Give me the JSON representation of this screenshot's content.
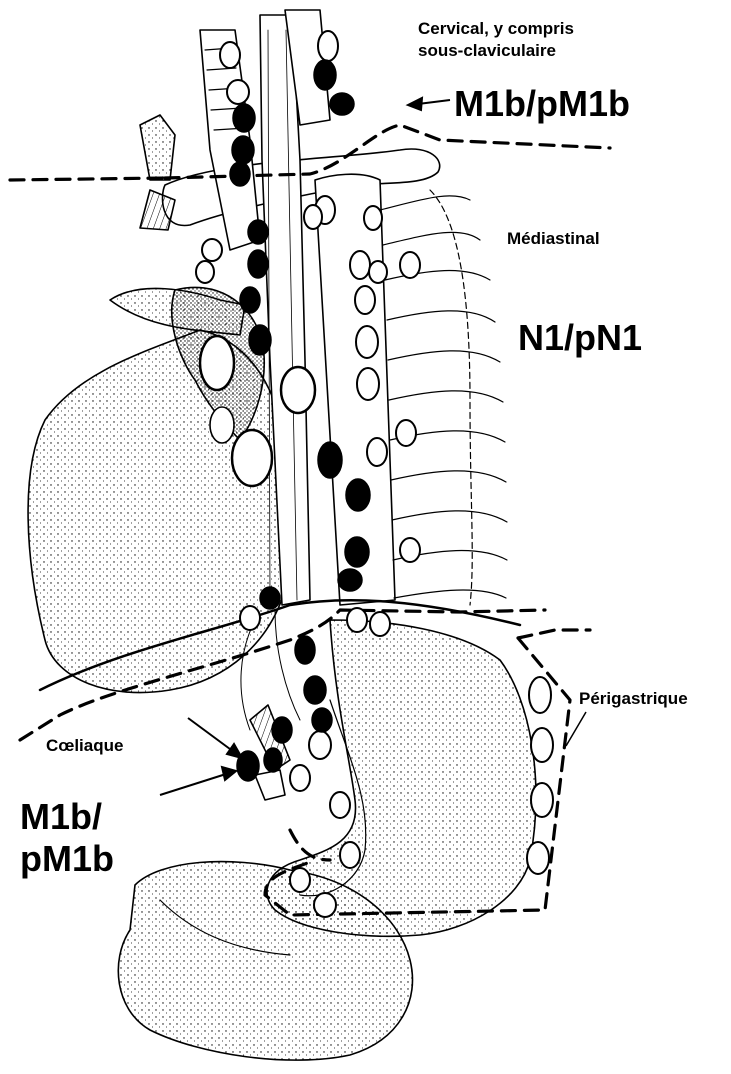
{
  "labels": {
    "cervical_line1": "Cervical, y compris",
    "cervical_line2": "sous-claviculaire",
    "m1b_top": "M1b/pM1b",
    "mediastinal": "Médiastinal",
    "n1": "N1/pN1",
    "perigastrique": "Périgastrique",
    "coeliaque": "Cœliaque",
    "m1b_bottom_line1": "M1b/",
    "m1b_bottom_line2": "pM1b"
  },
  "colors": {
    "ink": "#000000",
    "background": "#ffffff",
    "node_involved": "#000000",
    "node_normal": "#ffffff"
  }
}
